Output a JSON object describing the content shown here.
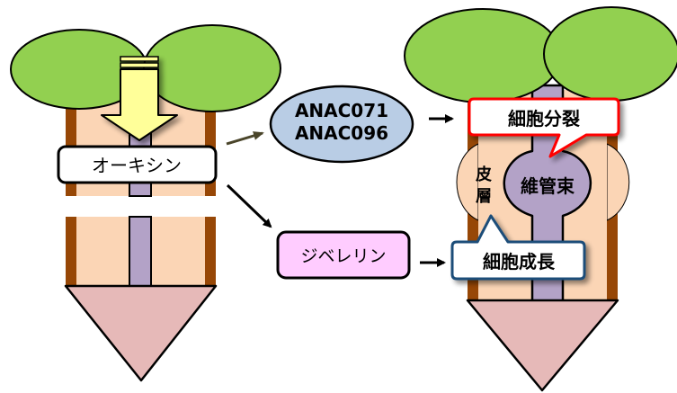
{
  "diagram": {
    "left_plant": {
      "signal_label": "オーキシン"
    },
    "nodes": {
      "anac": {
        "line1": "ANAC071",
        "line2": "ANAC096"
      },
      "gibberellin": "ジベレリン"
    },
    "right_plant": {
      "cortex_line1": "皮",
      "cortex_line2": "層",
      "vascular_label": "維管束",
      "callout_division": "細胞分裂",
      "callout_elongation": "細胞成長"
    }
  },
  "colors": {
    "leaf": "#92d050",
    "cortex": "#fbd5b5",
    "epidermis": "#974706",
    "vascular": "#b3a2c7",
    "root_tip": "#e6b9b8",
    "auxin_arrow": "#ffff99",
    "anac_fill": "#b9cde5",
    "gibberellin_fill": "#ffccff",
    "callout_red": "#ff0000",
    "callout_blue": "#1f4e79"
  }
}
